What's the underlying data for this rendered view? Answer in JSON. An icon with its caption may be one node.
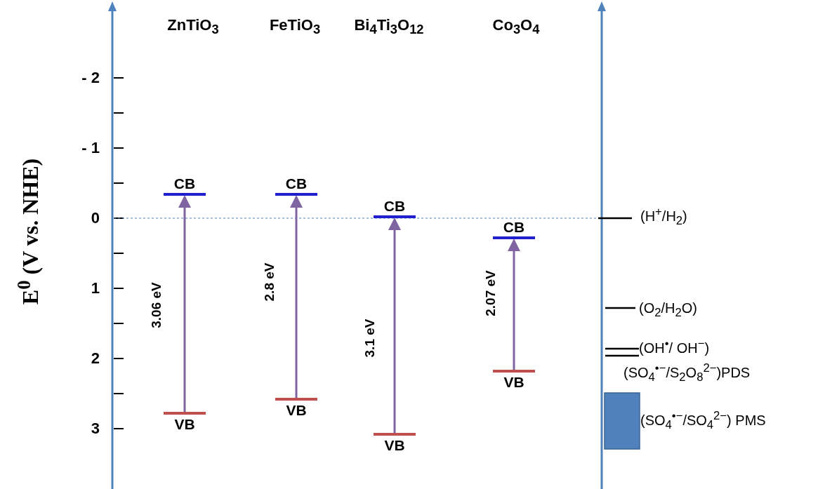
{
  "diagram": {
    "nodes": [
      {
        "text": [
          "CB"
        ]
      },
      {
        "text": [
          "VB"
        ]
      },
      {
        "text": [
          "CB"
        ]
      },
      {
        "text": [
          "VB"
        ]
      },
      {
        "text": [
          "CB"
        ]
      },
      {
        "text": [
          "VB"
        ]
      },
      {
        "text": [
          "CB"
        ]
      },
      {
        "text": [
          "VB"
        ]
      },
      {
        "text": [],
        "shape": "box"
      }
    ],
    "edges": [
      {
        "from": 1,
        "to": 0,
        "arrow": "to",
        "label": "3.06 eV"
      },
      {
        "from": 3,
        "to": 2,
        "arrow": "to",
        "label": "2.8 eV"
      },
      {
        "from": 5,
        "to": 4,
        "arrow": "to",
        "label": "3.1 eV"
      },
      {
        "from": 7,
        "to": 6,
        "arrow": "to",
        "label": "2.07 eV"
      }
    ],
    "labels": [
      "ZnTiO$_{3}$",
      "FeTiO$_{3}$",
      "Bi$_{4}$Ti$_{3}$O$_{12}$",
      "Co$_{3}$O$_{4}$",
      "- 2",
      "- 1",
      "0",
      "1",
      "2",
      "3",
      "E$^{0}$ (V vs. NHE)",
      "(H$^{+}$/H$_{2}$)",
      "(O$_{2}$/H$_{2}$O)",
      "(OH$^{•}$/ OH$^{−}$)",
      "(SO$_{4}$$^{•−}$/S$_{2}$O$_{8}$$^{2−}$)PDS",
      "(SO$_{4}$$^{•−}$/SO$_{4}$$^{2−}$)  PMS"
    ]
  }
}
